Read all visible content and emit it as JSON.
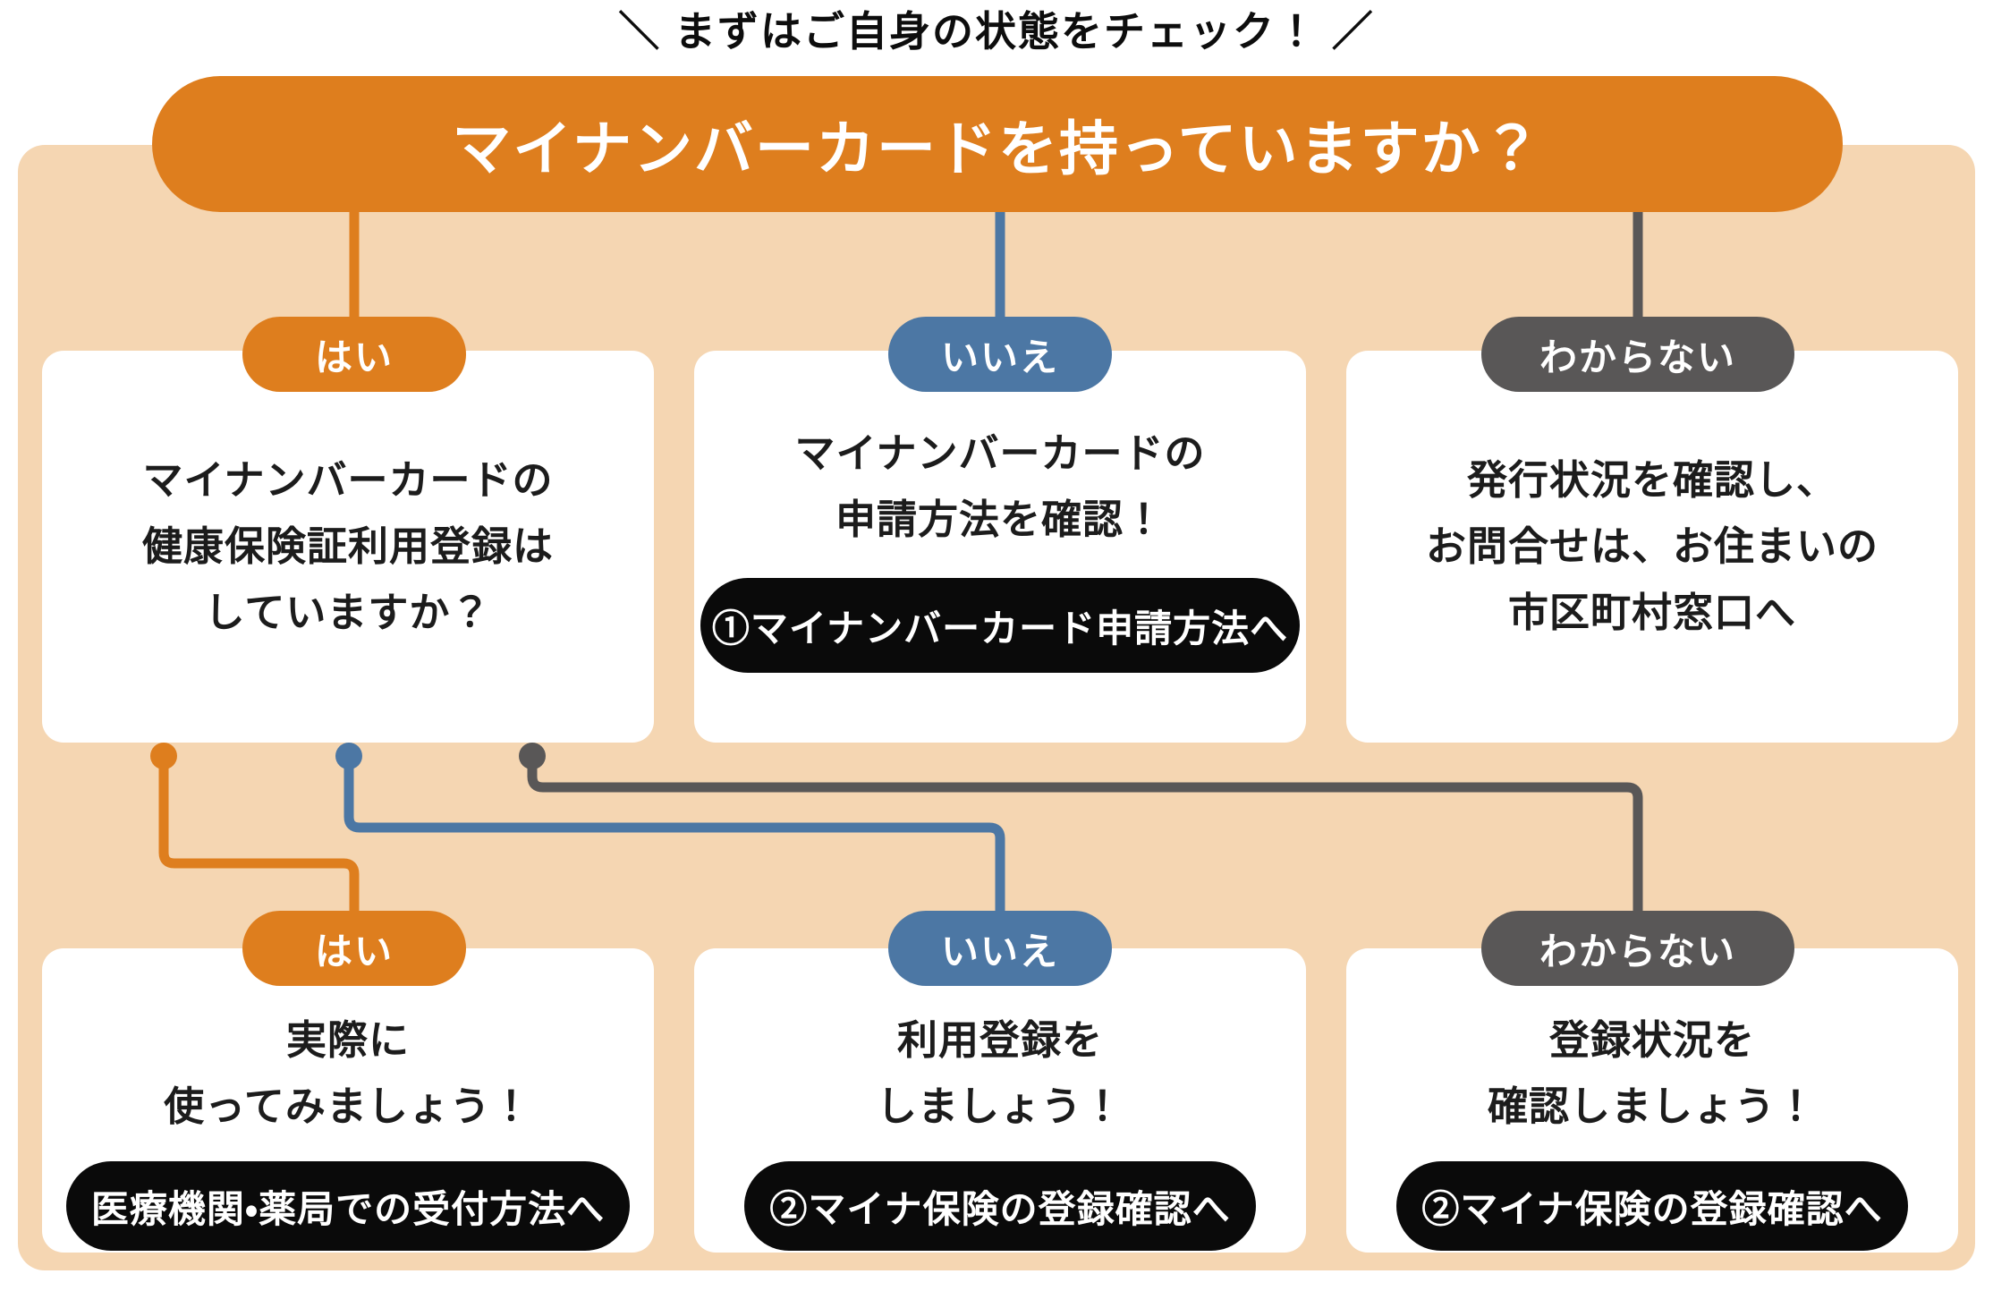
{
  "tagline": "＼ まずはご自身の状態をチェック！ ／",
  "banner": {
    "question": "マイナンバーカードを持っていますか？",
    "color": "#DE7E1E"
  },
  "colors": {
    "yes_orange": "#DE7E1E",
    "no_blue": "#4C77A4",
    "unknown_gray": "#595757",
    "panel_peach": "#F5D6B2",
    "button_black": "#0A0A0A"
  },
  "level1": {
    "branches": [
      {
        "label": "はい",
        "lines": [
          "マイナンバーカードの",
          "健康保険証利用登録は",
          "していますか？"
        ]
      },
      {
        "label": "いいえ",
        "lines": [
          "マイナンバーカードの",
          "申請方法を確認！"
        ],
        "button": "①マイナンバーカード申請方法へ"
      },
      {
        "label": "わからない",
        "lines": [
          "発行状況を確認し、",
          "お問合せは、お住まいの",
          "市区町村窓口へ"
        ]
      }
    ]
  },
  "level2": {
    "branches": [
      {
        "label": "はい",
        "lines": [
          "実際に",
          "使ってみましょう！"
        ],
        "button": "医療機関・薬局での受付方法へ"
      },
      {
        "label": "いいえ",
        "lines": [
          "利用登録を",
          "しましょう！"
        ],
        "button": "②マイナ保険の登録確認へ"
      },
      {
        "label": "わからない",
        "lines": [
          "登録状況を",
          "確認しましょう！"
        ],
        "button": "②マイナ保険の登録確認へ"
      }
    ]
  }
}
